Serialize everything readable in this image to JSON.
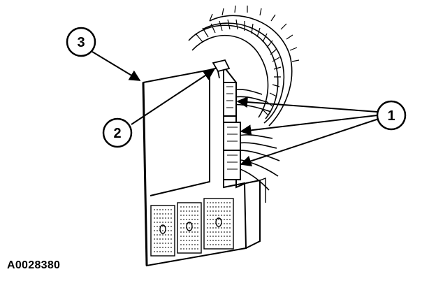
{
  "figure": {
    "id": "A0028380",
    "callouts": [
      {
        "number": "1"
      },
      {
        "number": "2"
      },
      {
        "number": "3"
      }
    ]
  },
  "colors": {
    "line": "#000000",
    "background": "#ffffff"
  }
}
